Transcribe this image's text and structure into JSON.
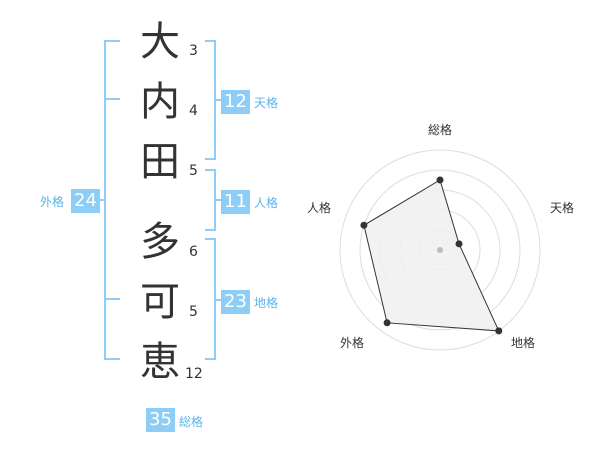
{
  "name": {
    "characters": [
      {
        "char": "大",
        "strokes": "3"
      },
      {
        "char": "内",
        "strokes": "4"
      },
      {
        "char": "田",
        "strokes": "5"
      },
      {
        "char": "多",
        "strokes": "6"
      },
      {
        "char": "可",
        "strokes": "5"
      },
      {
        "char": "恵",
        "strokes": "12"
      }
    ]
  },
  "fortunes": {
    "tenkaku": {
      "value": "12",
      "label": "天格"
    },
    "jinkaku": {
      "value": "11",
      "label": "人格"
    },
    "chikaku": {
      "value": "23",
      "label": "地格"
    },
    "gaikaku": {
      "value": "24",
      "label": "外格"
    },
    "soukaku": {
      "value": "35",
      "label": "総格"
    }
  },
  "radar": {
    "axes": [
      "総格",
      "天格",
      "地格",
      "外格",
      "人格"
    ],
    "levels": 5,
    "values": [
      0.7,
      0.2,
      1.0,
      0.9,
      0.8
    ]
  },
  "colors": {
    "accent": "#8ecdf5",
    "accent_text": "#5ab4ec",
    "text": "#333333",
    "grid": "#dddddd",
    "fill": "#f0f0f0"
  }
}
